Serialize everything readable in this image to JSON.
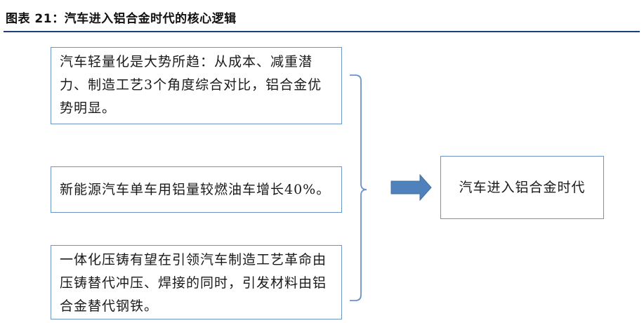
{
  "figure": {
    "title": "图表 21：汽车进入铝合金时代的核心逻辑"
  },
  "diagram": {
    "inputs": [
      {
        "text": "汽车轻量化是大势所趋：从成本、减重潜力、制造工艺3个角度综合对比，铝合金优势明显。"
      },
      {
        "text": "新能源汽车单车用铝量较燃油车增长40%。"
      },
      {
        "text": "一体化压铸有望在引领汽车制造工艺革命由压铸替代冲压、焊接的同时，引发材料由铝合金替代钢铁。"
      }
    ],
    "result": {
      "text": "汽车进入铝合金时代"
    },
    "colors": {
      "box_border": "#6b93c7",
      "bracket": "#6b93c7",
      "arrow": "#4f81bd",
      "title_rule": "#1f3f7a"
    }
  }
}
